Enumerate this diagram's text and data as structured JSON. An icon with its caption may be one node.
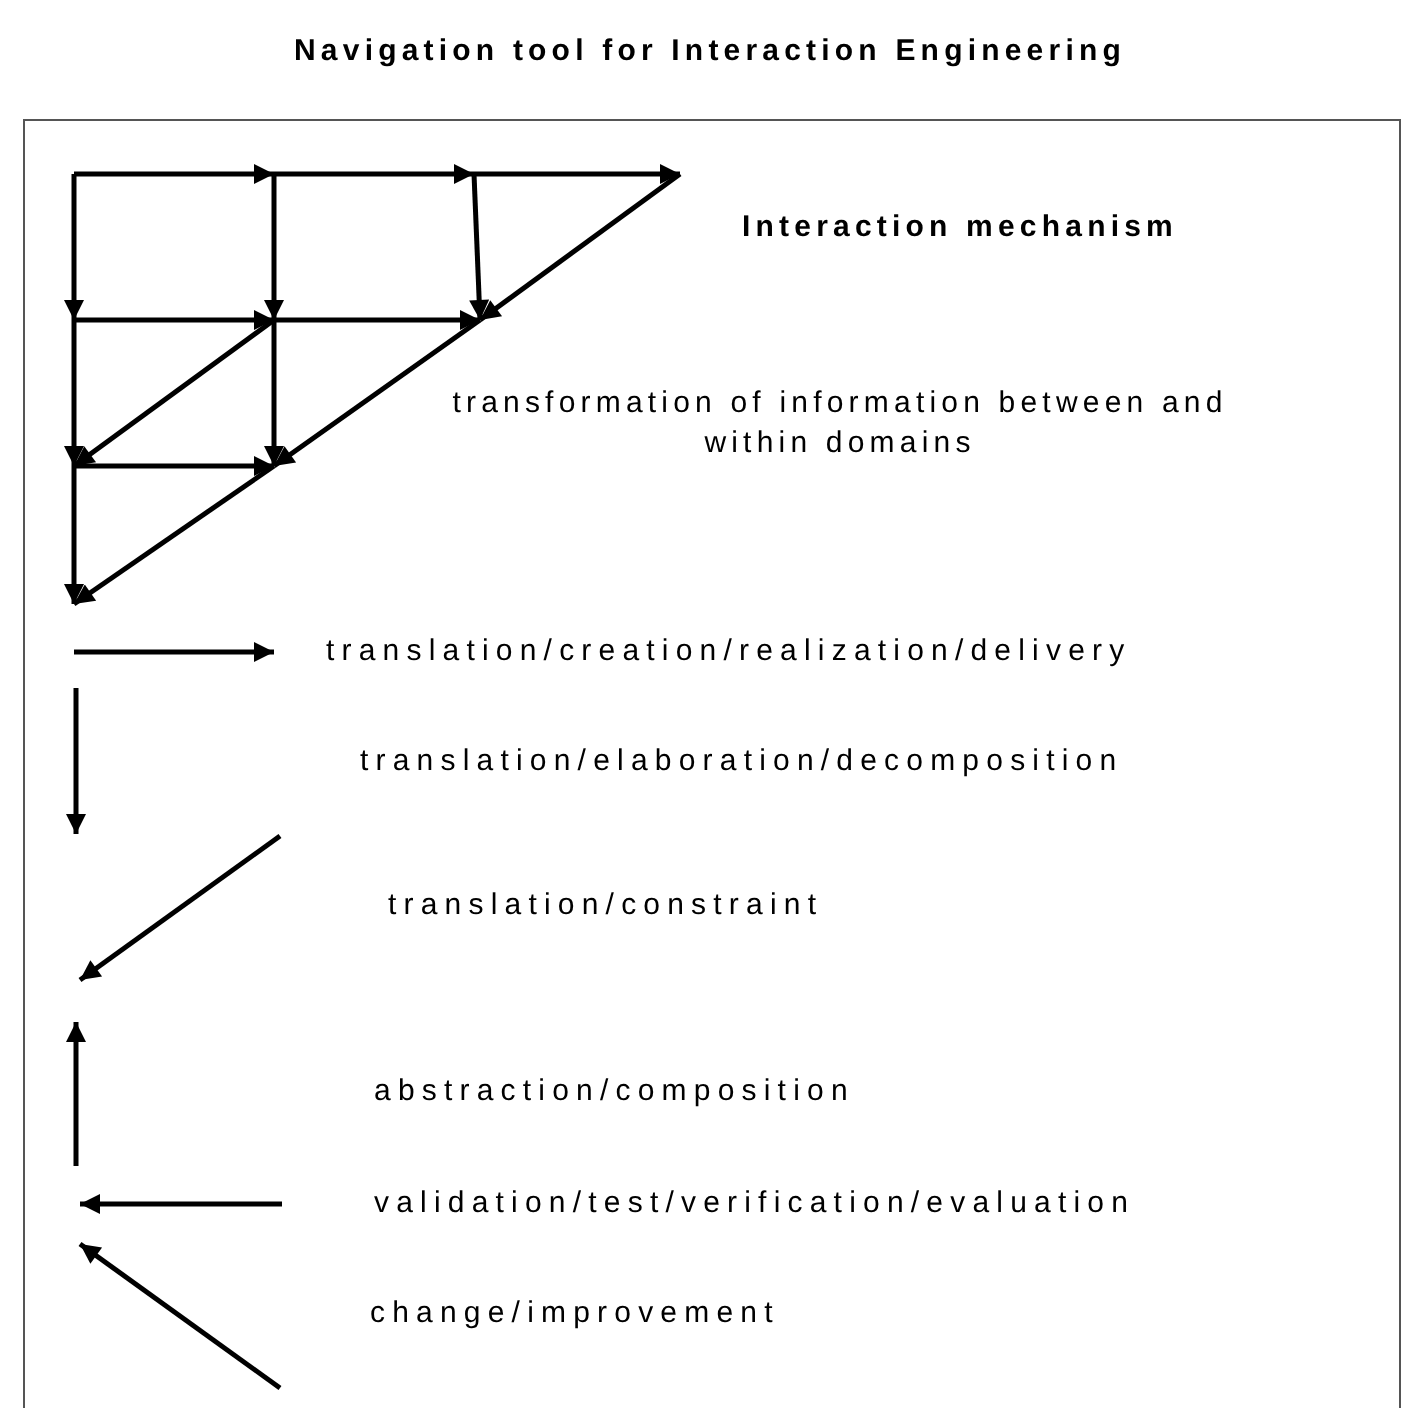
{
  "diagram": {
    "title": "Navigation tool for Interaction Engineering",
    "labels": [
      "Interaction mechanism",
      "transformation of information between and within domains"
    ],
    "legend": [
      {
        "text": "translation/creation/realization/delivery"
      },
      {
        "text": "translation/elaboration/decomposition"
      },
      {
        "text": "translation/constraint"
      },
      {
        "text": "abstraction/composition"
      },
      {
        "text": "validation/test/verification/evaluation"
      },
      {
        "text": "change/improvement"
      }
    ]
  }
}
